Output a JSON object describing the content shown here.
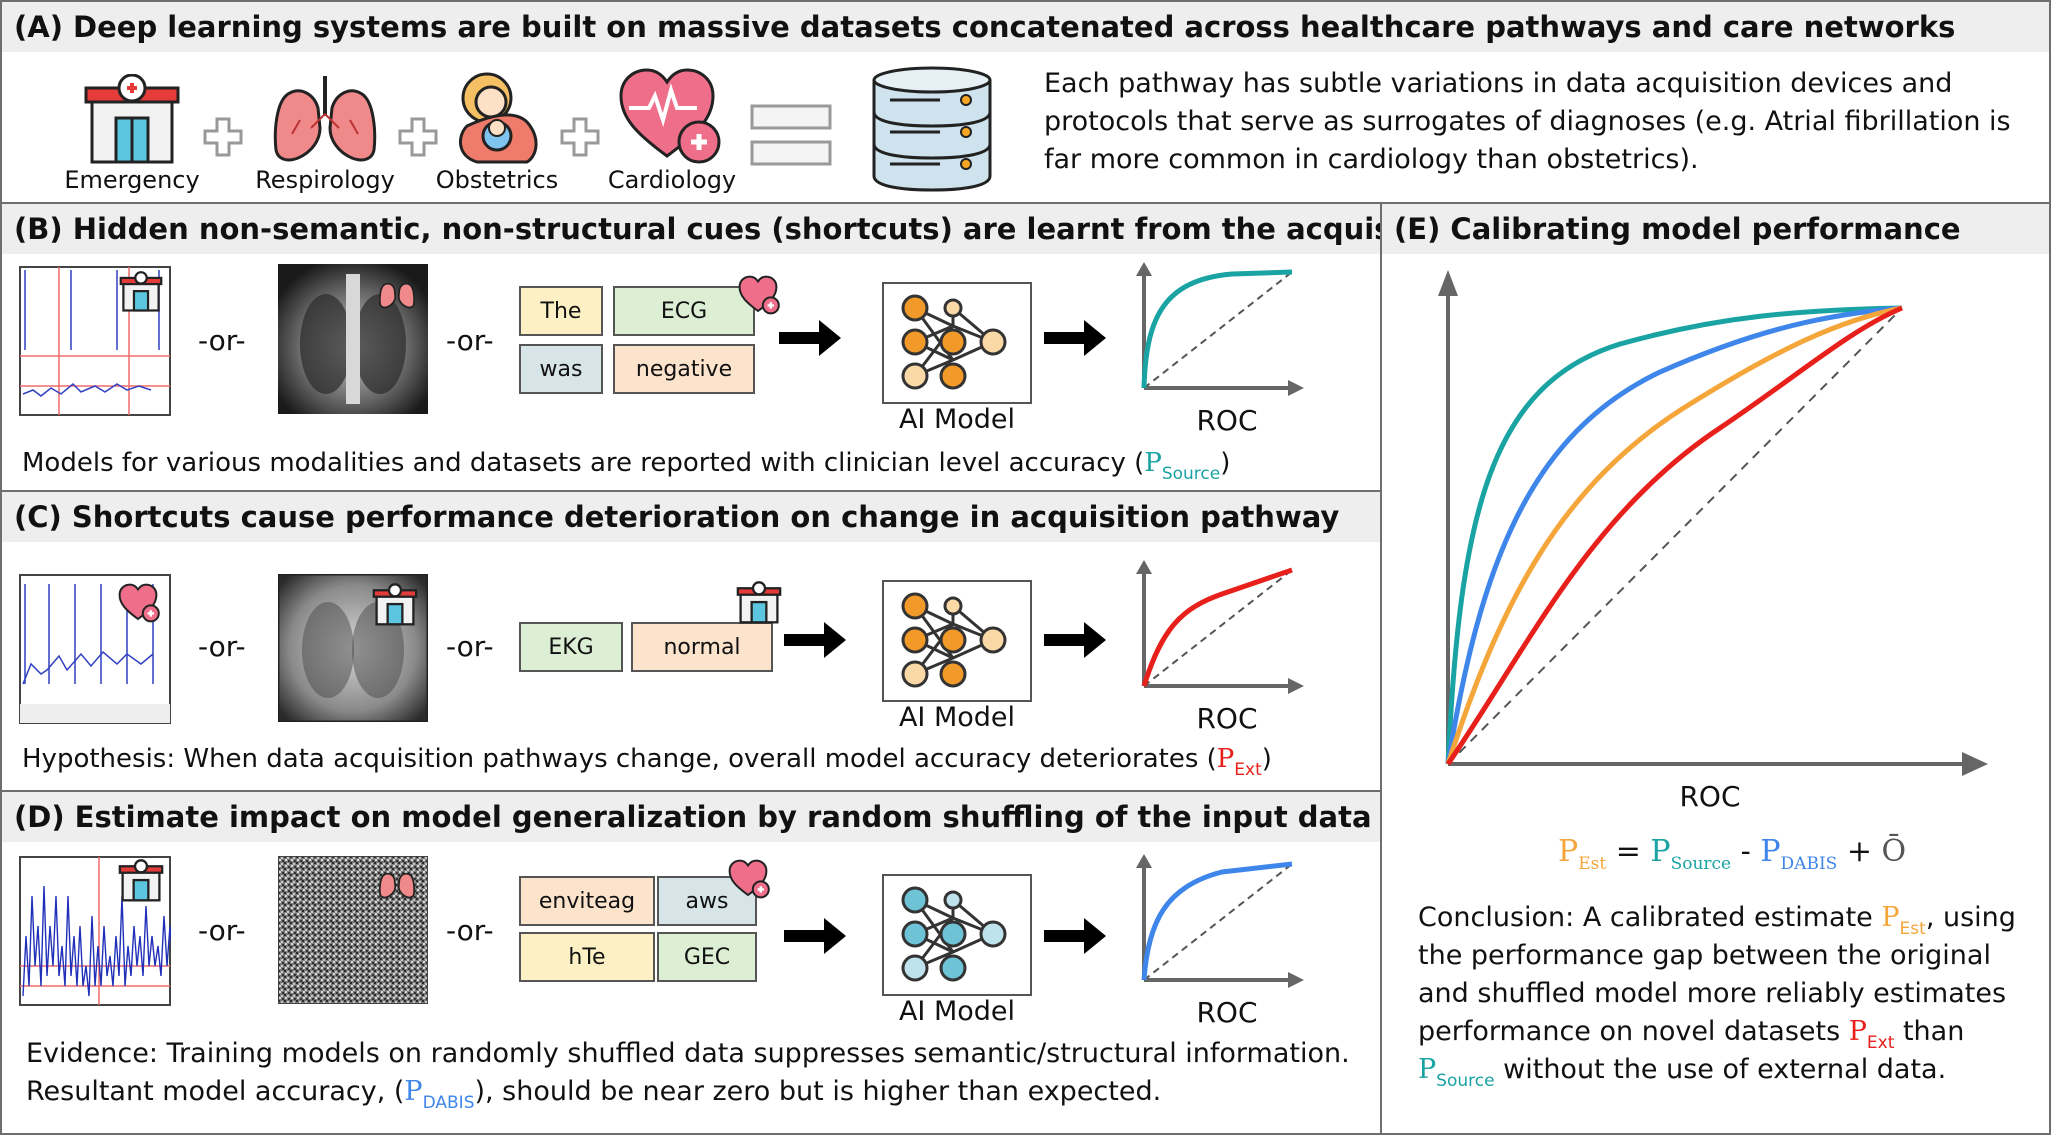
{
  "panelA": {
    "title": "(A) Deep learning systems are built on massive datasets concatenated across healthcare pathways and care networks",
    "pathways": [
      "Emergency",
      "Respirology",
      "Obstetrics",
      "Cardiology"
    ],
    "description_lines": [
      "Each pathway has subtle variations in data acquisition devices and",
      "protocols that serve as surrogates of diagnoses (e.g. Atrial fibrillation is",
      "far more common in cardiology than obstetrics)."
    ]
  },
  "panelB": {
    "title": "(B) Hidden non-semantic, non-structural cues (shortcuts) are learnt from the acquisition pathway",
    "or_label": "-or-",
    "words": [
      "The",
      "ECG",
      "was",
      "negative"
    ],
    "model_label": "AI Model",
    "roc_label": "ROC",
    "note_prefix": "Models for various modalities and datasets are reported with clinician level accuracy (",
    "note_p": "P",
    "note_sub": "Source",
    "note_suffix": ")"
  },
  "panelC": {
    "title": "(C) Shortcuts cause performance deterioration on change in acquisition pathway",
    "or_label": "-or-",
    "words": [
      "EKG",
      "normal"
    ],
    "model_label": "AI Model",
    "roc_label": "ROC",
    "note_prefix": "Hypothesis: When data acquisition pathways change, overall model accuracy deteriorates (",
    "note_p": "P",
    "note_sub": "Ext",
    "note_suffix": ")"
  },
  "panelD": {
    "title": "(D) Estimate impact on model generalization by random shuffling of the input data",
    "or_label": "-or-",
    "words": [
      "enviteag",
      "aws",
      "hTe",
      "GEC"
    ],
    "model_label": "AI Model",
    "roc_label": "ROC",
    "note_line1": "Evidence: Training models on randomly shuffled data suppresses semantic/structural information.",
    "note_line2_prefix": "Resultant model accuracy, (",
    "note_p": "P",
    "note_sub": "DABIS",
    "note_line2_suffix": "), should be near zero but is higher than expected."
  },
  "panelE": {
    "title": "(E) Calibrating model performance",
    "roc_label": "ROC",
    "formula": {
      "p": "P",
      "est_sub": "Est",
      "eq": "=",
      "source_sub": "Source",
      "minus": "-",
      "dabis_sub": "DABIS",
      "plus": "+",
      "obar": "Ō"
    },
    "conclusion": {
      "l1_prefix": "Conclusion: A calibrated estimate ",
      "l1_suffix": ", using",
      "l2": "the performance gap between the original",
      "l3": "and shuffled model more reliably estimates",
      "l4_prefix": "performance on novel datasets ",
      "l4_suffix": " than",
      "l5_suffix": " without the use of external data."
    }
  },
  "colors": {
    "teal": "#1aa3a3",
    "blue": "#3f86ea",
    "orange": "#f4a63b",
    "red": "#e8201b"
  }
}
